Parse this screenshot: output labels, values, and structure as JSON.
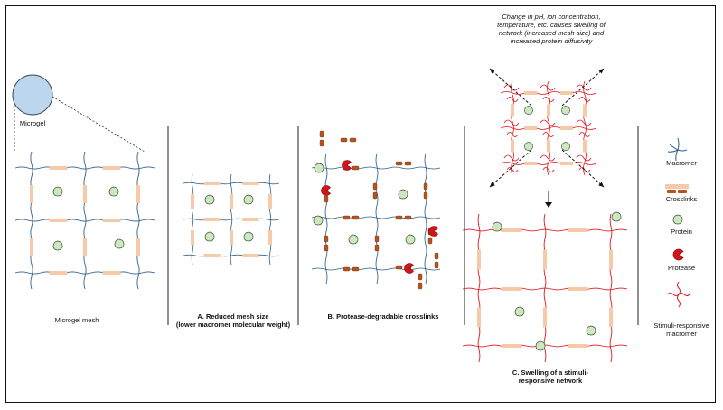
{
  "labels": {
    "microgel": "Microgel",
    "microgel_mesh": "Microgel mesh",
    "panel_a_line1": "A. Reduced mesh size",
    "panel_a_line2": "(lower macromer molecular weight)",
    "panel_b": "B. Protease-degradable crosslinks",
    "panel_c_line1": "C. Swelling of a stimuli-",
    "panel_c_line2": "responsive network",
    "panel_c_note_line1": "Change in pH, ion concentration,",
    "panel_c_note_line2": "temperature, etc. causes swelling of",
    "panel_c_note_line3": "network (increased mesh size) and",
    "panel_c_note_line4": "increased protein diffusivity"
  },
  "legend": {
    "macromer": "Macromer",
    "crosslinks": "Crosslinks",
    "protein": "Protein",
    "protease": "Protease",
    "stimuli_line1": "Stimuli-responsive",
    "stimuli_line2": "macromer"
  },
  "colors": {
    "macromer": "#2e5f8c",
    "crosslink": "#f6c9a8",
    "crosslink_cleaved": "#b5541e",
    "protein": "#cfe6c3",
    "protease": "#d3141a",
    "stimuli": "#e0161c",
    "microgel_fill": "#bcd6ee"
  }
}
